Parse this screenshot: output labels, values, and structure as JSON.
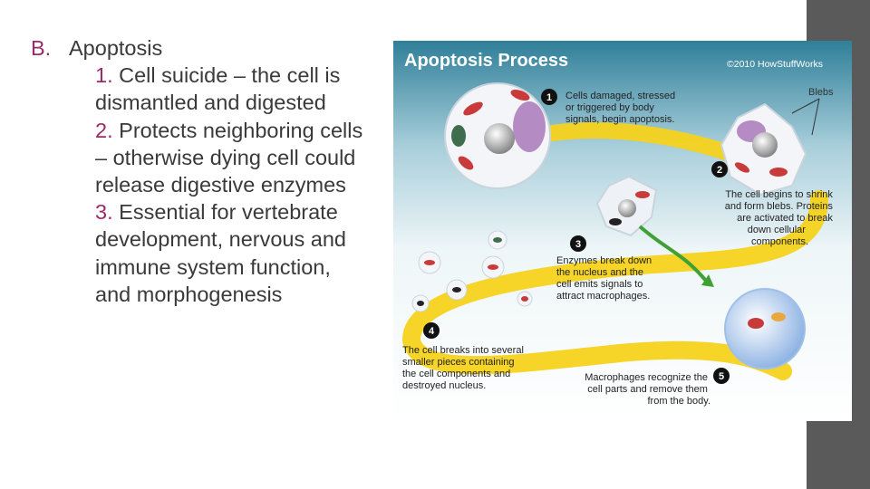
{
  "slide": {
    "marker": "B.",
    "heading": "Apoptosis",
    "points": [
      {
        "num": "1.",
        "text": "Cell suicide – the cell is dismantled and digested"
      },
      {
        "num": "2.",
        "text": "Protects neighboring cells – otherwise dying cell could release digestive enzymes"
      },
      {
        "num": "3.",
        "text": "Essential for vertebrate development, nervous and immune system function, and morphogenesis"
      }
    ]
  },
  "figure": {
    "title": "Apoptosis Process",
    "credit": "©2010 HowStuffWorks",
    "blebs_label": "Blebs",
    "steps": [
      {
        "num": "1",
        "lines": [
          "Cells damaged, stressed",
          "or triggered by body",
          "signals, begin apoptosis."
        ]
      },
      {
        "num": "2",
        "lines": [
          "The cell begins to shrink",
          "and form blebs. Proteins",
          "are activated to break",
          "down cellular",
          "components."
        ]
      },
      {
        "num": "3",
        "lines": [
          "Enzymes break down",
          "the nucleus and the",
          "cell emits signals to",
          "attract macrophages."
        ]
      },
      {
        "num": "4",
        "lines": [
          "The cell breaks into several",
          "smaller pieces containing",
          "the cell components and",
          "destroyed nucleus."
        ]
      },
      {
        "num": "5",
        "lines": [
          "Macrophages recognize the",
          "cell parts and remove them",
          "from the body."
        ]
      }
    ]
  },
  "colors": {
    "accent": "#9b2c6a",
    "text": "#3a3a3a",
    "sidebar": "#5a5a5a",
    "ribbon": "#f5d21c"
  }
}
